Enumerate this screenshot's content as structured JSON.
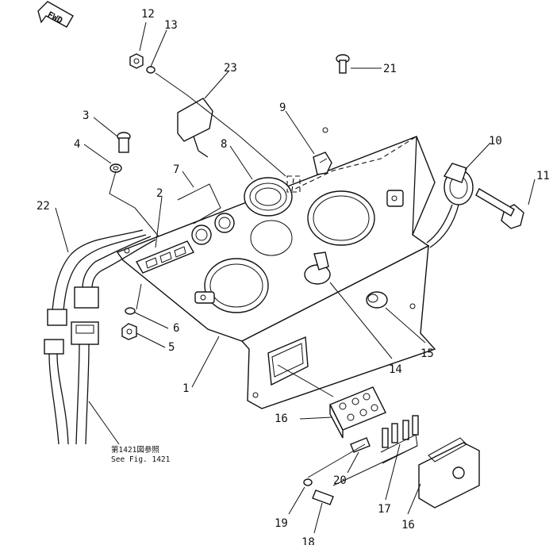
{
  "orientation_marker": "FWD",
  "reference_note": {
    "line1": "第1421図参照",
    "line2": "See Fig. 1421"
  },
  "callouts": {
    "c1": "1",
    "c2": "2",
    "c3": "3",
    "c4": "4",
    "c5": "5",
    "c6": "6",
    "c7": "7",
    "c8": "8",
    "c9": "9",
    "c10": "10",
    "c11": "11",
    "c12": "12",
    "c13": "13",
    "c14": "14",
    "c15": "15",
    "c16a": "16",
    "c16b": "16",
    "c17": "17",
    "c18": "18",
    "c19": "19",
    "c20": "20",
    "c21": "21",
    "c22": "22",
    "c23": "23"
  }
}
